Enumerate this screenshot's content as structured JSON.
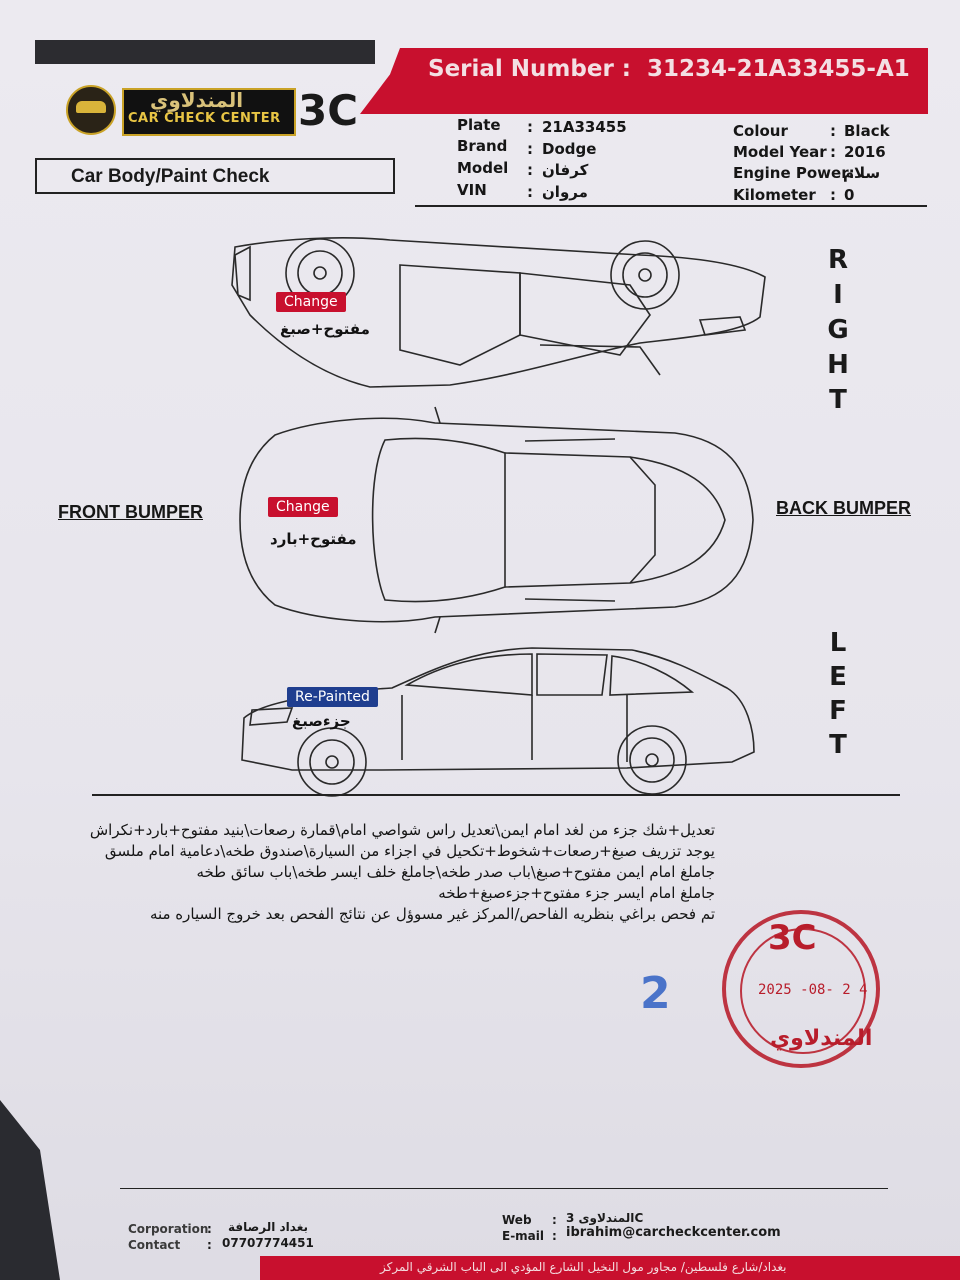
{
  "header": {
    "serial_label": "Serial Number :",
    "serial_value": "31234-21A33455-A1",
    "logo_ar": "المندلاوي",
    "logo_en": "CAR CHECK CENTER",
    "logo_3c": "3C",
    "section_title": "Car Body/Paint Check"
  },
  "vehicle": {
    "plate_label": "Plate",
    "plate": "21A33455",
    "brand_label": "Brand",
    "brand": "Dodge",
    "model_label": "Model",
    "model": "كرفان",
    "vin_label": "VIN",
    "vin": "مروان",
    "colour_label": "Colour",
    "colour": "Black",
    "year_label": "Model Year",
    "year": "2016",
    "engine_label": "Engine Power:",
    "engine": "سلام",
    "km_label": "Kilometer",
    "km": "0",
    "sep": ":"
  },
  "diagram": {
    "right": [
      "R",
      "I",
      "G",
      "H",
      "T"
    ],
    "left": [
      "L",
      "E",
      "F",
      "T"
    ],
    "front_bumper": "FRONT BUMPER",
    "back_bumper": "BACK BUMPER",
    "marks": [
      {
        "tag": "Change",
        "note": "مفتوح+صبغ",
        "color": "#c8102e"
      },
      {
        "tag": "Change",
        "note": "مفتوح+بارد",
        "color": "#c8102e"
      },
      {
        "tag": "Re-Painted",
        "note": "جزءصبغ",
        "color": "#1f3e8f"
      }
    ]
  },
  "notes": [
    "تعديل+شك جزء من لغد امام ايمن\\تعديل راس شواصي امام\\قمارة رصعات\\بنيد مفتوح+بارد+نكراش",
    "يوجد تزريف صبغ+رصعات+شخوط+تكحيل في اجزاء من السيارة\\صندوق طخه\\دعامية امام ملسق",
    "جاملغ امام ايمن مفتوح+صبغ\\باب صدر طخه\\جاملغ خلف ايسر طخه\\باب سائق طخه",
    "جاملغ امام ايسر جزء مفتوح+جزءصبغ+طخه",
    "تم فحص براغي بنظريه الفاحص/المركز غير مسوؤل عن نتائج الفحص بعد خروج السياره منه"
  ],
  "stamp": {
    "brand": "3C",
    "date": "2025 -08- 2 4",
    "name": "المندلاوي"
  },
  "handwritten_number": "2",
  "footer": {
    "corp_label": "Corporation",
    "corp": "بغداد الرصافة",
    "contact_label": "Contact",
    "contact": "07707774451",
    "web_label": "Web",
    "web": "المندلاوى 3C",
    "email_label": "E-mail",
    "email": "ibrahim@carcheckcenter.com",
    "sep": ":",
    "address": "بغداد/شارع فلسطين/ مجاور مول النخيل الشارع المؤدي الى الباب الشرقي المركز"
  }
}
